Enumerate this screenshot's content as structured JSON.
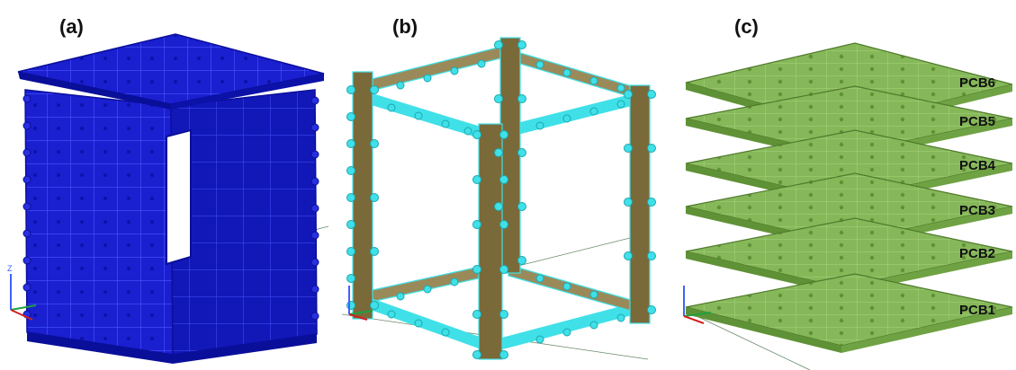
{
  "panels": [
    {
      "label": "(a)",
      "view": "closed structure with side panels"
    },
    {
      "label": "(b)",
      "view": "frame with rails"
    },
    {
      "label": "(c)",
      "view": "stack of PCB boards"
    }
  ],
  "pcb_labels": [
    "PCB6",
    "PCB5",
    "PCB4",
    "PCB3",
    "PCB2",
    "PCB1"
  ],
  "colors": {
    "panel_a": "#1a1fd0",
    "panel_a_dark": "#0a0f9a",
    "frame_rail": "#7a6a3a",
    "frame_node": "#40e0e8",
    "pcb_fill": "#86b85a",
    "pcb_edge": "#4f7a2c"
  },
  "icons": {
    "axis_triad": "xyz-axis-icon"
  }
}
